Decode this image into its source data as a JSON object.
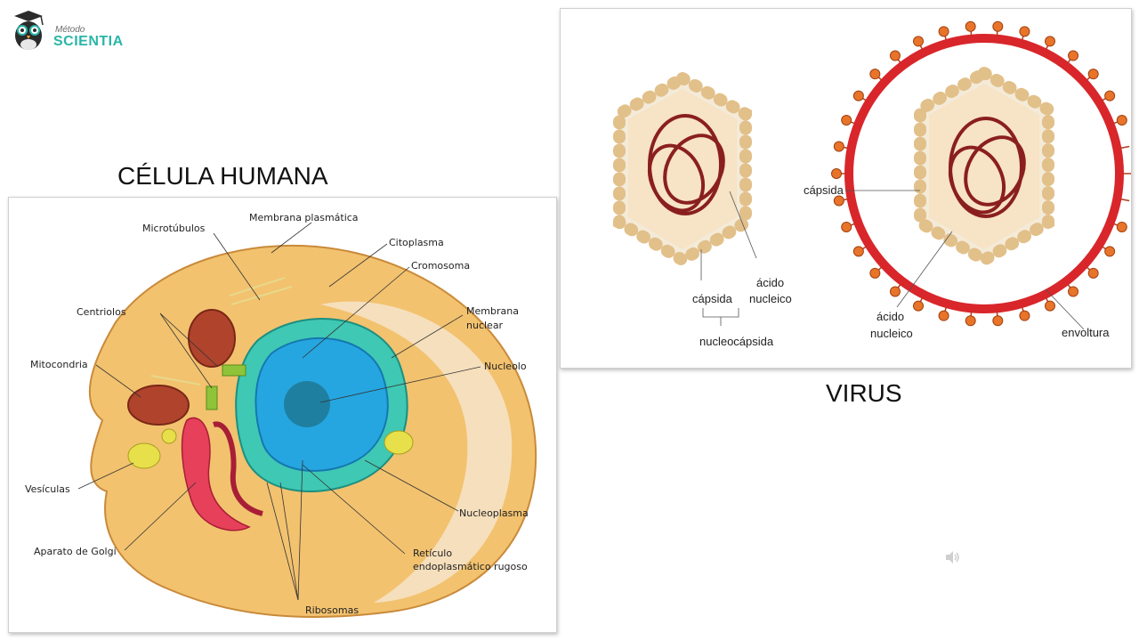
{
  "logo": {
    "small": "Método",
    "brand": "SCIENTIA"
  },
  "cell": {
    "title": "CÉLULA HUMANA",
    "labels": {
      "microtubulos": "Microtúbulos",
      "membrana_plasmatica": "Membrana plasmática",
      "citoplasma": "Citoplasma",
      "cromosoma": "Cromosoma",
      "centriolos": "Centriolos",
      "membrana_nuclear_1": "Membrana",
      "membrana_nuclear_2": "nuclear",
      "mitocondria": "Mitocondria",
      "nucleolo": "Nucleolo",
      "vesiculas": "Vesículas",
      "nucleoplasma": "Nucleoplasma",
      "golgi": "Aparato de Golgi",
      "reticulo_1": "Retículo",
      "reticulo_2": "endoplasmático rugoso",
      "ribosomas": "Ribosomas"
    }
  },
  "virus": {
    "title": "VIRUS",
    "labels": {
      "capsida_left": "cápsida",
      "acido_left_1": "ácido",
      "acido_left_2": "nucleico",
      "nucleocapsida": "nucleocápsida",
      "capsida_right": "cápsida",
      "acido_right_1": "ácido",
      "acido_right_2": "nucleico",
      "envoltura": "envoltura"
    }
  },
  "colors": {
    "brand": "#2ab5a8",
    "envelope": "#d8262b",
    "spike": "#e8742a",
    "capsomere": "#fbdcb0"
  }
}
